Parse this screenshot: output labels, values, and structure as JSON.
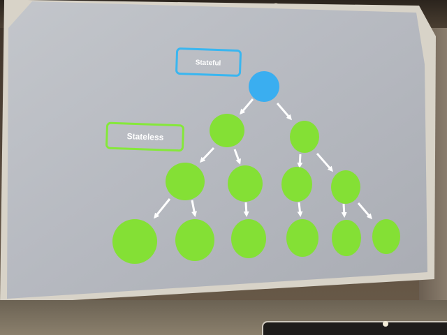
{
  "slide": {
    "stateful_label": "Stateful",
    "stateless_label": "Stateless"
  },
  "colors": {
    "screen": "#b9bdc4",
    "stateful_node": "#3aaef0",
    "stateless_node": "#84e035",
    "label_stateful_border": "#39b6f0",
    "label_stateless_border": "#85e83a",
    "arrow": "#ffffff"
  },
  "tree": {
    "root": "stateful",
    "levels": [
      1,
      2,
      4,
      6
    ]
  }
}
